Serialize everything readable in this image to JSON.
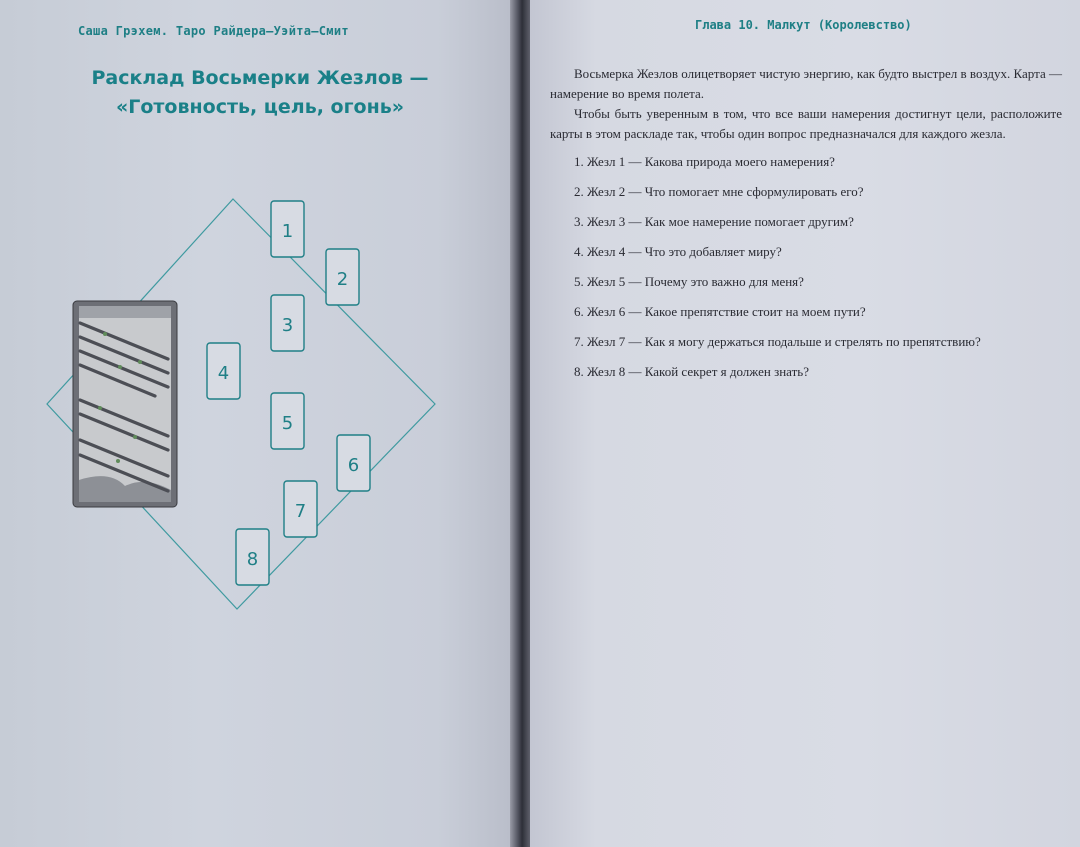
{
  "left_page": {
    "running_head": "Саша Грэхем. Таро Райдера–Уэйта–Смит",
    "title_line1": "Расклад Восьмерки Жезлов —",
    "title_line2": "«Готовность, цель, огонь»",
    "diagram_cards": [
      "1",
      "2",
      "3",
      "4",
      "5",
      "6",
      "7",
      "8"
    ]
  },
  "right_page": {
    "running_head": "Глава 10. Малкут (Королевство)",
    "paragraph1": "Восьмерка Жезлов олицетворяет чистую энергию, как будто выстрел в воздух. Карта — намерение во время полета.",
    "paragraph2": "Чтобы быть уверенным в том, что все ваши намерения достигнут цели, расположите карты в этом раскладе так, чтобы один вопрос предназначался для каждого жезла.",
    "questions": [
      "1. Жезл 1 — Какова природа моего намерения?",
      "2. Жезл 2 — Что помогает мне сформулировать его?",
      "3. Жезл 3 — Как мое намерение помогает другим?",
      "4. Жезл 4 — Что это добавляет миру?",
      "5. Жезл 5 — Почему это важно для меня?",
      "6. Жезл 6 — Какое препятствие стоит на моем пути?",
      "7. Жезл 7 — Как я могу держаться подальше и стрелять по препятствию?",
      "8. Жезл 8 — Какой секрет я должен знать?"
    ]
  },
  "colors": {
    "accent_teal": "#1a8088",
    "page_bg": "#cfd4de",
    "body_text": "#2a2b33"
  }
}
